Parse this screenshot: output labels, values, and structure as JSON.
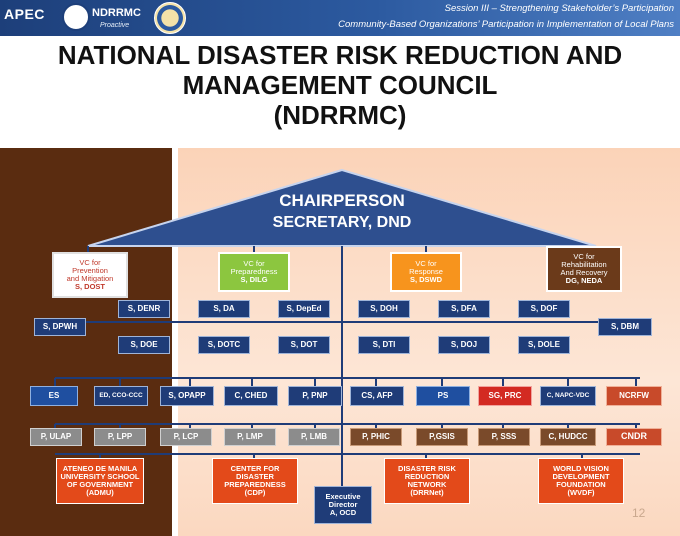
{
  "header": {
    "logo_apec": "APEC",
    "logo_ndrrmc": "NDRRMC",
    "logo_ndrrmc_tagline": "Proactive",
    "session_line1": "Session III – Strengthening Stakeholder’s Participation",
    "session_line2": "Community-Based Organizations’ Participation in Implementation of Local Plans"
  },
  "title": {
    "line1": "NATIONAL DISASTER RISK REDUCTION AND",
    "line2": "MANAGEMENT COUNCIL",
    "line3": "(NDRRMC)"
  },
  "chairperson": {
    "line1": "CHAIRPERSON",
    "line2": "SECRETARY, DND"
  },
  "vice_chairs": [
    {
      "line1": "VC for",
      "line2": "Prevention",
      "line3": "and Mitigation",
      "line4": "S, DOST",
      "color": "#ffffff"
    },
    {
      "line1": "VC for",
      "line2": "Preparedness",
      "line3": "S, DILG",
      "color": "#8cc63f"
    },
    {
      "line1": "VC for",
      "line2": "Response",
      "line3": "S, DSWD",
      "color": "#f7941d"
    },
    {
      "line1": "VC for",
      "line2": "Rehabilitation",
      "line3": "And Recovery",
      "line4": "DG, NEDA",
      "color": "#6b3a1a"
    }
  ],
  "cabinet_members": {
    "s_denr": "S, DENR",
    "s_da": "S, DA",
    "s_deped": "S, DepEd",
    "s_doh": "S, DOH",
    "s_dfa": "S, DFA",
    "s_dof": "S, DOF",
    "s_dpwh": "S, DPWH",
    "s_dbm": "S, DBM",
    "s_doe": "S, DOE",
    "s_dotc": "S, DOTC",
    "s_dot": "S, DOT",
    "s_dti": "S, DTI",
    "s_doj": "S, DOJ",
    "s_dole": "S, DOLE"
  },
  "agencies_row": [
    "ES",
    "ED, CCO-CCC",
    "S, OPAPP",
    "C, CHED",
    "P, PNP",
    "CS, AFP",
    "PS",
    "SG, PRC",
    "C, NAPC-VDC",
    "NCRFW"
  ],
  "bottom_row": [
    "P, ULAP",
    "P, LPP",
    "P, LCP",
    "P, LMP",
    "P, LMB",
    "P, PHIC",
    "P,GSIS",
    "P, SSS",
    "C, HUDCC",
    "CNDR"
  ],
  "ngos": [
    {
      "line1": "ATENEO DE MANILA",
      "line2": "UNIVERSITY SCHOOL",
      "line3": "OF GOVERNMENT",
      "line4": "(ADMU)"
    },
    {
      "line1": "CENTER FOR",
      "line2": "DISASTER",
      "line3": "PREPAREDNESS",
      "line4": "(CDP)"
    },
    {
      "line1": "DISASTER RISK",
      "line2": "REDUCTION",
      "line3": "NETWORK",
      "line4": "(DRRNet)"
    },
    {
      "line1": "WORLD VISION",
      "line2": "DEVELOPMENT",
      "line3": "FOUNDATION",
      "line4": "(WVDF)"
    }
  ],
  "executive_director": {
    "line1": "Executive",
    "line2": "Director",
    "line3": "A, OCD"
  },
  "page_number": "12",
  "colors": {
    "navy": "#1f3c78",
    "red": "#d32a22",
    "ngo_orange": "#e34a1a",
    "chair_blue": "#2e4f8f",
    "left_panel": "#5a2c10",
    "right_panel": "#fde6d6"
  }
}
